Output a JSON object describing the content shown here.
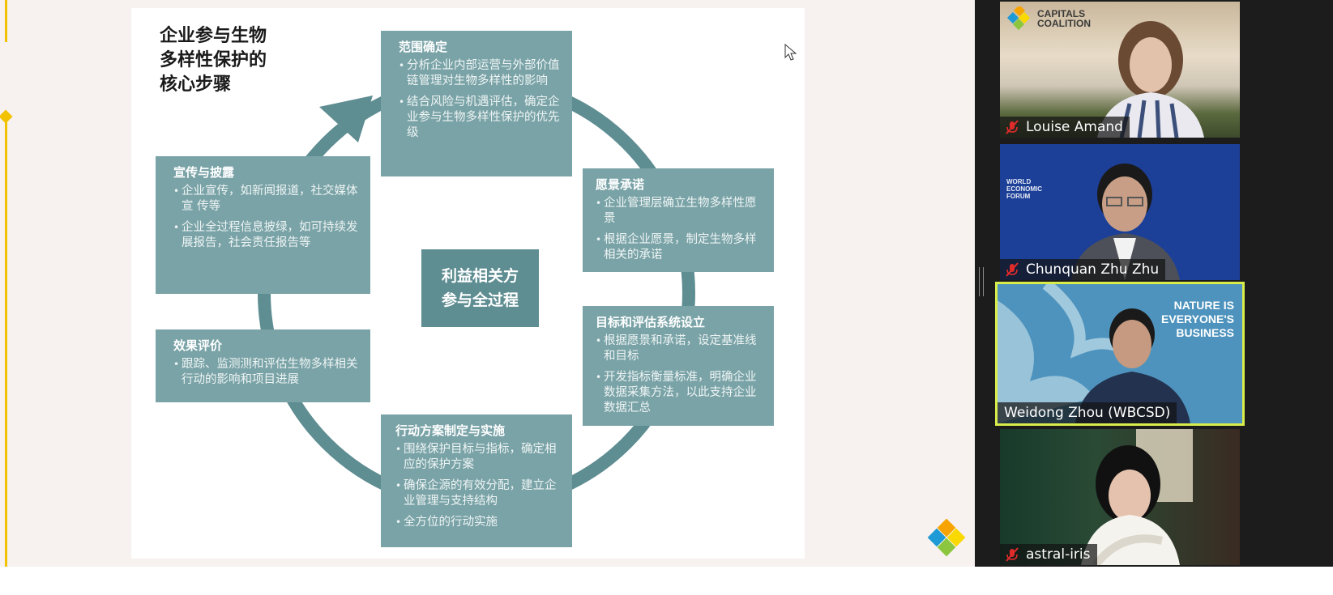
{
  "slide": {
    "title": "企业参与生物\n多样性保护的\n核心步骤",
    "center_label": "利益相关方\n参与全过程",
    "boxes": {
      "scope": {
        "title": "范围确定",
        "bullets": [
          "分析企业内部运营与外部价值链管理对生物多样性的影响",
          "结合风险与机遇评估，确定企业参与生物多样性保护的优先级"
        ]
      },
      "vision": {
        "title": "愿景承诺",
        "bullets": [
          "企业管理层确立生物多样性愿景",
          "根据企业愿景，制定生物多样相关的承诺"
        ]
      },
      "goals": {
        "title": "目标和评估系统设立",
        "bullets": [
          "根据愿景和承诺，设定基准线和目标",
          "开发指标衡量标准，明确企业数据采集方法，以此支持企业数据汇总"
        ]
      },
      "action": {
        "title": "行动方案制定与实施",
        "bullets": [
          "围绕保护目标与指标，确定相应的保护方案",
          "确保企源的有效分配，建立企业管理与支持结构",
          "全方位的行动实施"
        ]
      },
      "evaluation": {
        "title": "效果评价",
        "bullets": [
          "跟踪、监测测和评估生物多样相关行动的影响和项目进展"
        ]
      },
      "publicity": {
        "title": "宣传与披露",
        "bullets": [
          "企业宣传，如新闻报道，社交媒体宣 传等",
          "企业全过程信息披绿，如可持续发展报告，社会责任报告等"
        ]
      }
    },
    "ring_color": "#5e8d92",
    "box_color": "#7aa3a7"
  },
  "participants": [
    {
      "name": "Louise Amand",
      "muted": true,
      "active": false,
      "overlay_text": "CAPITALS\nCOALITION"
    },
    {
      "name": "Chunquan Zhu Zhu",
      "muted": true,
      "active": false,
      "overlay_text": "WORLD\nECONOMIC\nFORUM"
    },
    {
      "name": "Weidong Zhou (WBCSD)",
      "muted": false,
      "active": true,
      "overlay_text": "NATURE IS\nEVERYONE'S\nBUSINESS"
    },
    {
      "name": "astral-iris",
      "muted": true,
      "active": false,
      "overlay_text": ""
    }
  ],
  "accent_color": "#f2c200",
  "icons": [
    "mouse-cursor-icon",
    "mic-muted-icon",
    "app-logo-icon"
  ]
}
